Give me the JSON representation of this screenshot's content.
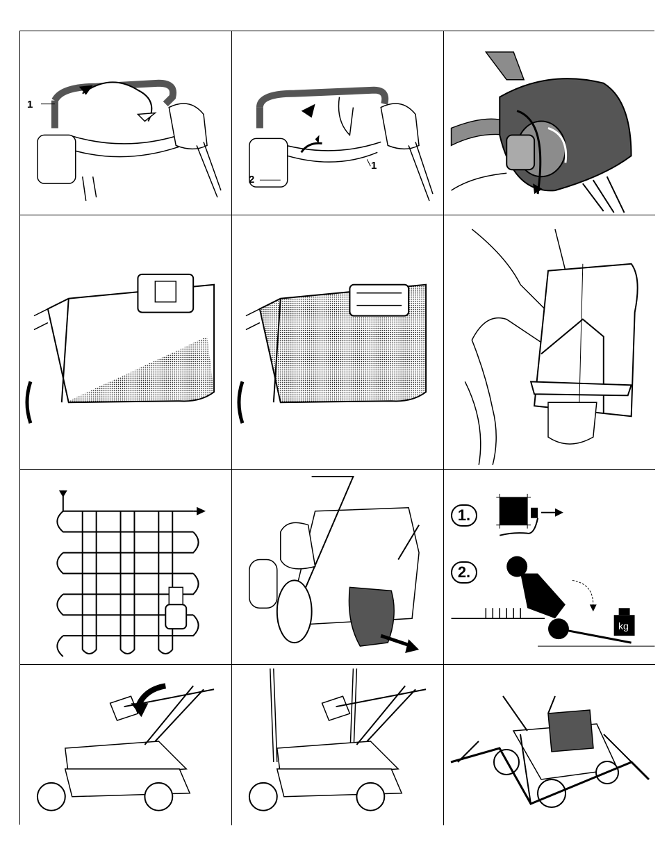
{
  "callouts": {
    "fold_handle_1": "1",
    "fold_handle_2_one": "1",
    "fold_handle_2_two": "2"
  },
  "steps": {
    "step1": "1.",
    "step2": "2."
  },
  "weight_label": "kg",
  "icons": {
    "fold_upper_handle": "arrow-rotate-icon",
    "unfold_lower_handle": "arrow-rotate-icon",
    "knob_adjust": "knob-rotate-icon",
    "catcher_partial": "grass-catcher-icon",
    "catcher_full": "grass-catcher-full-icon",
    "remove_catcher": "person-carrying-catcher-icon",
    "mowing_pattern": "mowing-pattern-icon",
    "mulch_plug": "mulch-plug-icon",
    "unplug_spark": "spark-plug-disconnect-icon",
    "tilt_mower": "tilt-mower-icon",
    "fold_for_transport": "fold-handle-icon",
    "lift_mower": "lift-mower-icon",
    "storage_stand": "storage-stand-icon"
  },
  "colors": {
    "line": "#000000",
    "fill_dark": "#555555",
    "fill_grey": "#8c8c8c",
    "background": "#ffffff"
  }
}
